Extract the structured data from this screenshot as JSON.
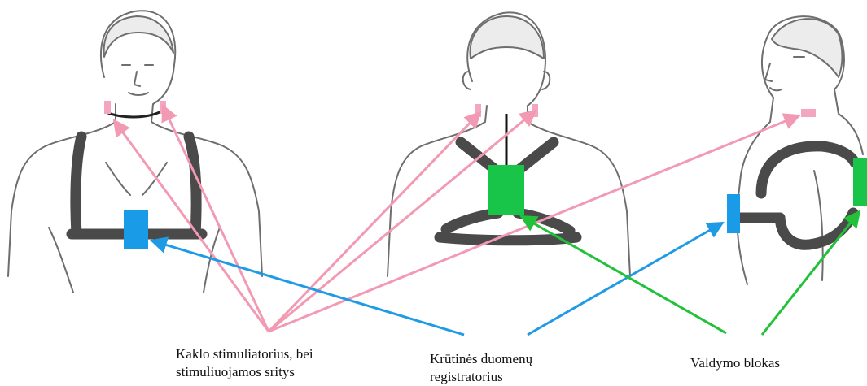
{
  "labels": {
    "neck_line1": "Kaklo stimuliatorius, bei",
    "neck_line2": "stimuliuojamos sritys",
    "chest_line1": "Krūtinės duomenų",
    "chest_line2": "registratorius",
    "control": "Valdymo blokas"
  },
  "colors": {
    "neck_arrow": "#f29ab3",
    "chest_arrow": "#1f9be6",
    "control_arrow": "#22c13a",
    "harness": "#4a4a4a",
    "chest_unit": "#1a9be8",
    "control_unit": "#19c548",
    "neck_pad": "#f4a6c0",
    "outline": "#6e6e6e",
    "skin": "#ffffff"
  }
}
